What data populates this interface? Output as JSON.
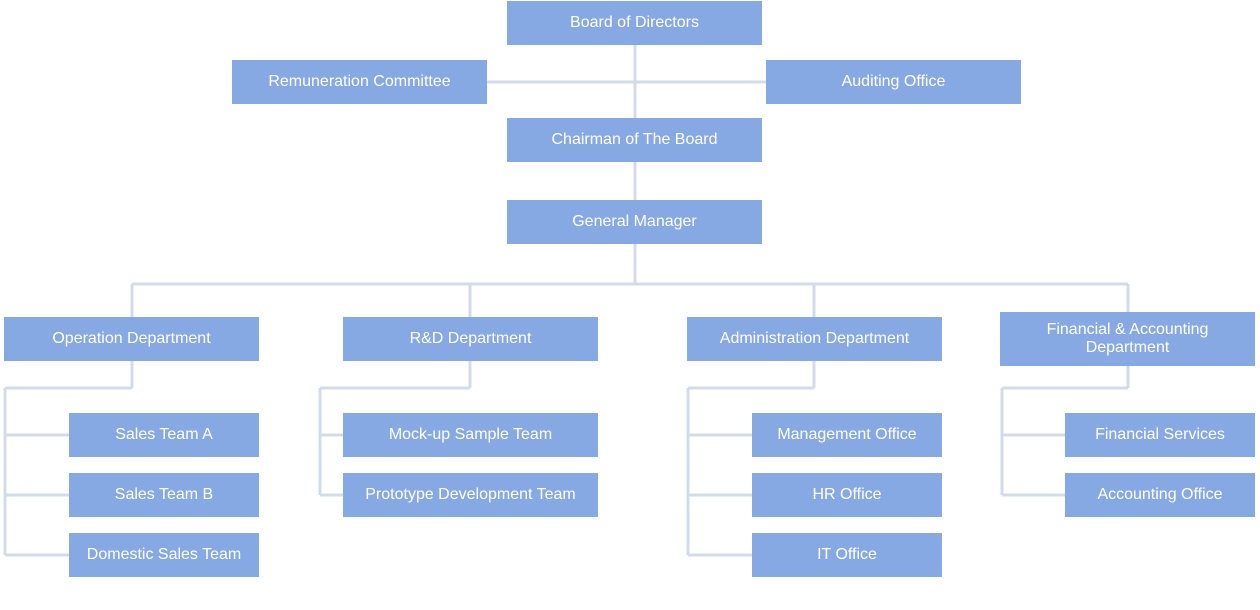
{
  "board": "Board of Directors",
  "remuneration": "Remuneration Committee",
  "auditing": "Auditing Office",
  "chairman": "Chairman of The Board",
  "general_manager": "General Manager",
  "departments": {
    "operation": {
      "name": "Operation Department",
      "teams": [
        "Sales Team A",
        "Sales Team B",
        "Domestic Sales Team"
      ]
    },
    "rd": {
      "name": "R&D Department",
      "teams": [
        "Mock-up Sample Team",
        "Prototype Development Team"
      ]
    },
    "admin": {
      "name": "Administration Department",
      "teams": [
        "Management Office",
        "HR Office",
        "IT Office"
      ]
    },
    "finance": {
      "name": "Financial & Accounting Department",
      "teams": [
        "Financial Services",
        "Accounting Office"
      ]
    }
  }
}
